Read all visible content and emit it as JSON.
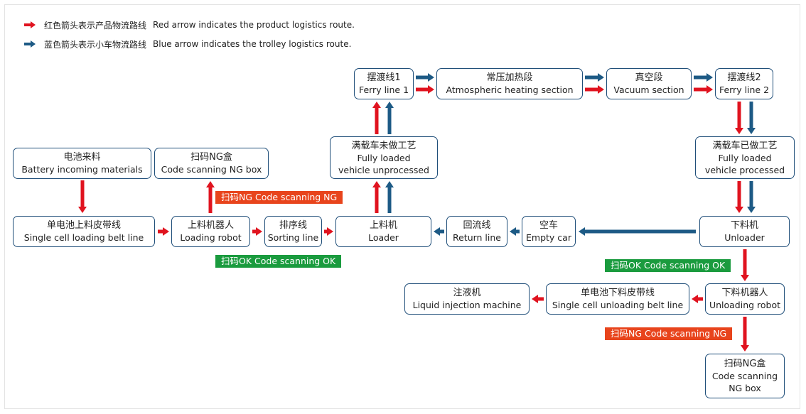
{
  "colors": {
    "red_arrow": "#e0131f",
    "blue_arrow": "#1d5a85",
    "box_border": "#1f4e79",
    "ng_tag": "#e8441c",
    "ok_tag": "#1a9b3e"
  },
  "legend": {
    "red": {
      "icon": "red-arrow-icon",
      "zh": "红色箭头表示产品物流路线",
      "en": "Red arrow indicates the product logistics route."
    },
    "blue": {
      "icon": "blue-arrow-icon",
      "zh": "蓝色箭头表示小车物流路线",
      "en": "Blue arrow indicates the trolley logistics route."
    }
  },
  "nodes": {
    "battery_incoming": {
      "zh": "电池来料",
      "en": "Battery incoming materials"
    },
    "ng_box_top": {
      "zh": "扫码NG盒",
      "en": "Code scanning NG box"
    },
    "belt_line": {
      "zh": "单电池上料皮带线",
      "en": "Single cell loading belt line"
    },
    "loading_robot": {
      "zh": "上料机器人",
      "en": "Loading robot"
    },
    "sorting_line": {
      "zh": "排序线",
      "en": "Sorting line"
    },
    "loader": {
      "zh": "上料机",
      "en": "Loader"
    },
    "return_line": {
      "zh": "回流线",
      "en": "Return line"
    },
    "empty_car": {
      "zh": "空车",
      "en": "Empty car"
    },
    "unloader": {
      "zh": "下料机",
      "en": "Unloader"
    },
    "full_unprocessed": {
      "zh": "满载车未做工艺",
      "en1": "Fully loaded",
      "en2": "vehicle unprocessed"
    },
    "full_processed": {
      "zh": "满载车已做工艺",
      "en1": "Fully loaded",
      "en2": "vehicle processed"
    },
    "ferry1": {
      "zh": "摆渡线1",
      "en": "Ferry line 1"
    },
    "heating": {
      "zh": "常压加热段",
      "en": "Atmospheric heating section"
    },
    "vacuum": {
      "zh": "真空段",
      "en": "Vacuum section"
    },
    "ferry2": {
      "zh": "摆渡线2",
      "en": "Ferry line 2"
    },
    "unloading_robot": {
      "zh": "下料机器人",
      "en": "Unloading robot"
    },
    "unload_belt": {
      "zh": "单电池下料皮带线",
      "en": "Single cell unloading belt line"
    },
    "liquid_injection": {
      "zh": "注液机",
      "en": "Liquid injection machine"
    },
    "ng_box_bottom": {
      "zh": "扫码NG盒",
      "en1": "Code scanning",
      "en2": "NG box"
    }
  },
  "tags": {
    "ng_top": "扫码NG  Code scanning NG",
    "ok_left": "扫码OK  Code scanning OK",
    "ok_right": "扫码OK  Code scanning OK",
    "ng_bottom": "扫码NG  Code scanning NG"
  }
}
